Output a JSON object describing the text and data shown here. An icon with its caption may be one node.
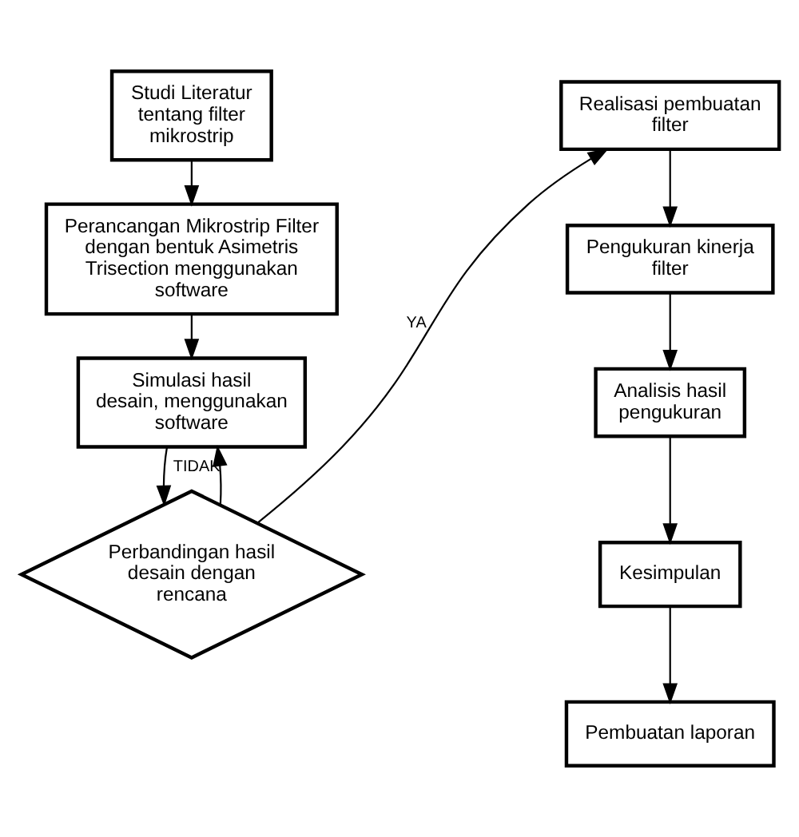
{
  "diagram": {
    "nodes": [
      {
        "text": [
          "Studi Literatur tentang filter mikrostrip"
        ]
      },
      {
        "text": [
          "Perancangan Mikrostrip Filter dengan bentuk Asimetris Trisection menggunakan software"
        ]
      },
      {
        "text": [
          "Simulasi hasil desain, menggunakan software"
        ]
      },
      {
        "text": [
          "Perbandingan hasil desain dengan rencana"
        ]
      },
      {
        "text": [
          "Realisasi pembuatan filter"
        ]
      },
      {
        "text": [
          "Pengukuran kinerja filter"
        ]
      },
      {
        "text": [
          "Analisis hasil pengukuran"
        ]
      },
      {
        "text": [
          "Kesimpulan"
        ]
      },
      {
        "text": [
          "Pembuatan laporan"
        ]
      }
    ],
    "edges": [
      {
        "from": 0,
        "to": 1,
        "arrow": "to"
      },
      {
        "from": 1,
        "to": 2,
        "arrow": "to"
      },
      {
        "from": 2,
        "to": 3,
        "arrow": "to"
      },
      {
        "from": 3,
        "to": 2,
        "arrow": "to",
        "label": "TIDAK"
      },
      {
        "from": 3,
        "to": 4,
        "arrow": "to",
        "label": "YA"
      },
      {
        "from": 4,
        "to": 5,
        "arrow": "to"
      },
      {
        "from": 5,
        "to": 6,
        "arrow": "to"
      },
      {
        "from": 6,
        "to": 7,
        "arrow": "to"
      },
      {
        "from": 7,
        "to": 8,
        "arrow": "to"
      }
    ]
  }
}
